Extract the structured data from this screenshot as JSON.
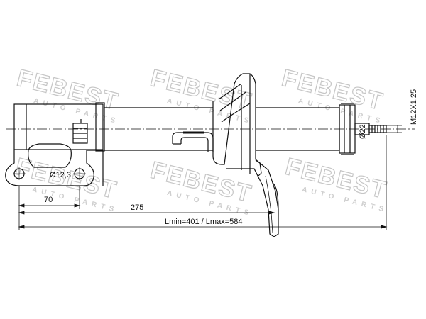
{
  "watermark": {
    "brand": "FEBEST",
    "tagline": "AUTO PARTS"
  },
  "dimensions": {
    "hole_diameter": "Ø12,3",
    "offset_70": "70",
    "offset_275": "275",
    "length_range": "Lmin=401 / Lmax=584",
    "rod_diameter": "Ø22",
    "thread": "M12X1,25"
  },
  "colors": {
    "line": "#111111",
    "watermark": "#c9c9c9"
  }
}
